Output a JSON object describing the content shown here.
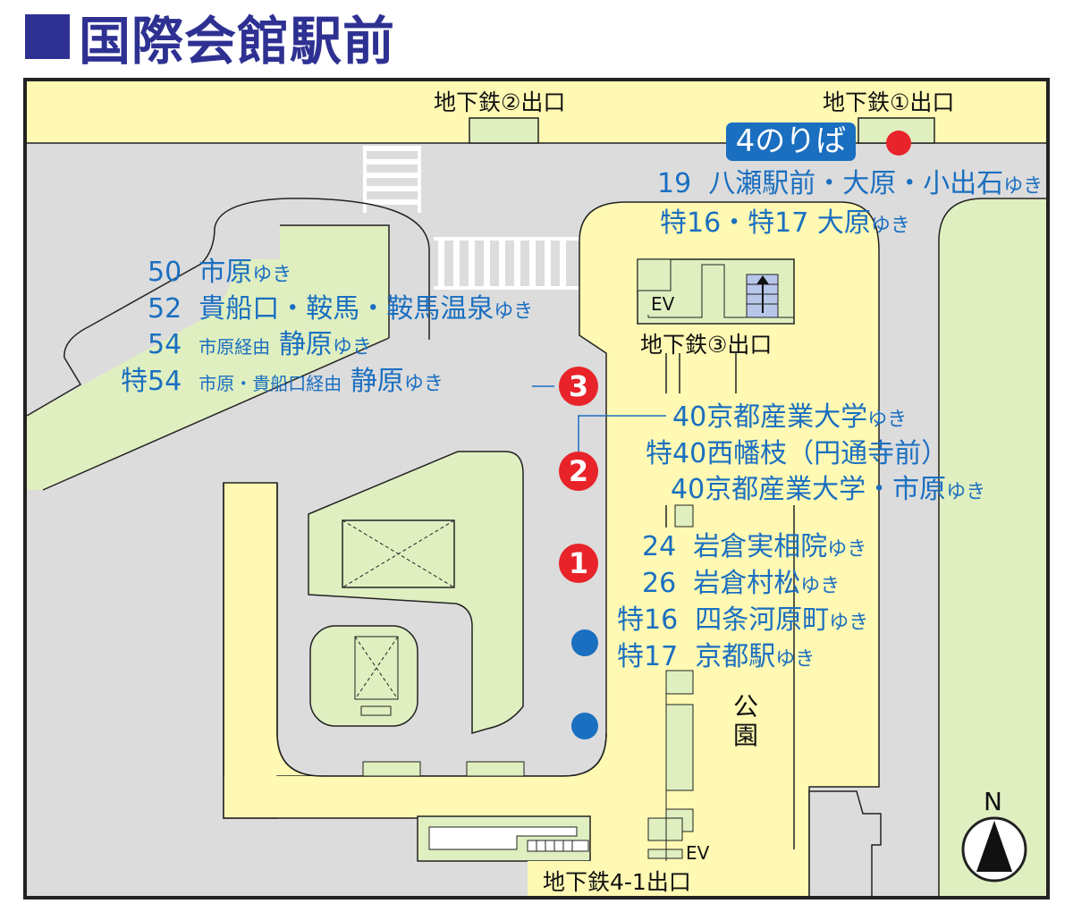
{
  "title": "国際会館駅前",
  "exits": {
    "exit1": "地下鉄①出口",
    "exit2": "地下鉄②出口",
    "exit3": "地下鉄③出口",
    "exit41": "地下鉄4-1出口"
  },
  "labels": {
    "ev": "EV",
    "park": "公園",
    "north": "N"
  },
  "colors": {
    "route_text": "#1a6fc0",
    "stop_marker": "#e8232a",
    "title": "#2e3192"
  },
  "stop4": {
    "label": "4のりば",
    "routes": [
      {
        "num": "19",
        "dest": "八瀬駅前・大原・小出石",
        "suffix": "ゆき"
      },
      {
        "num": "特16・特17",
        "dest": "大原",
        "suffix": "ゆき"
      }
    ]
  },
  "stop3": {
    "label": "3",
    "routes": [
      {
        "num": "50",
        "via": "",
        "dest": "市原",
        "suffix": "ゆき"
      },
      {
        "num": "52",
        "via": "",
        "dest": "貴船口・鞍馬・鞍馬温泉",
        "suffix": "ゆき"
      },
      {
        "num": "54",
        "via": "市原経由",
        "dest": "静原",
        "suffix": "ゆき"
      },
      {
        "num": "特54",
        "via": "市原・貴船口経由",
        "dest": "静原",
        "suffix": "ゆき"
      }
    ]
  },
  "stop2": {
    "label": "2",
    "routes": [
      {
        "num": "40",
        "dest": "京都産業大学",
        "suffix": "ゆき"
      },
      {
        "num": "特40",
        "dest": "西幡枝（円通寺前）",
        "suffix": ""
      },
      {
        "num": "40",
        "dest": "京都産業大学・市原",
        "suffix": "ゆき"
      }
    ]
  },
  "stop1": {
    "label": "1",
    "routes": [
      {
        "num": "24",
        "dest": "岩倉実相院",
        "suffix": "ゆき"
      },
      {
        "num": "26",
        "dest": "岩倉村松",
        "suffix": "ゆき"
      },
      {
        "num": "特16",
        "dest": "四条河原町",
        "suffix": "ゆき"
      },
      {
        "num": "特17",
        "dest": "京都駅",
        "suffix": "ゆき"
      }
    ]
  }
}
